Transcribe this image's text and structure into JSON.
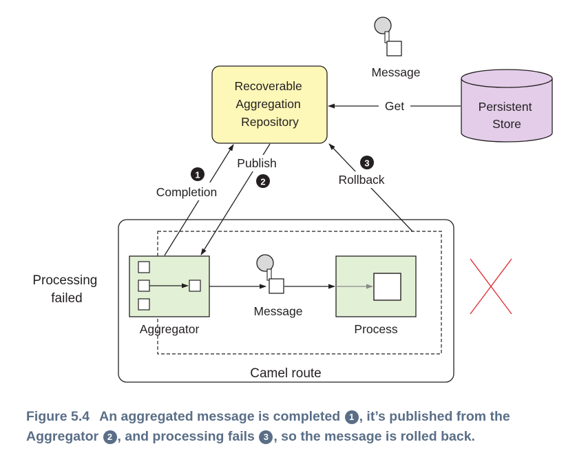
{
  "diagram": {
    "repository_lines": [
      "Recoverable",
      "Aggregation",
      "Repository"
    ],
    "store_lines": [
      "Persistent",
      "Store"
    ],
    "top_message_label": "Message",
    "get_label": "Get",
    "publish_label": "Publish",
    "completion_label": "Completion",
    "rollback_label": "Rollback",
    "step1": "1",
    "step2": "2",
    "step3": "3",
    "processing_failed_lines": [
      "Processing",
      "failed"
    ],
    "aggregator_label": "Aggregator",
    "route_message_label": "Message",
    "process_label": "Process",
    "route_label": "Camel route"
  },
  "caption": {
    "figure": "Figure 5.4",
    "part1": "An aggregated message is completed",
    "cue1": "1",
    "part2": ", it’s published from the Aggregator",
    "cue2": "2",
    "part3": ", and processing fails",
    "cue3": "3",
    "part4": ", so the message is rolled back."
  },
  "colors": {
    "repository_fill": "#fdf7b8",
    "store_fill": "#e3cde9",
    "component_fill": "#e2f0d6",
    "failure_mark": "#e0323b",
    "caption_text": "#5a6e87"
  }
}
